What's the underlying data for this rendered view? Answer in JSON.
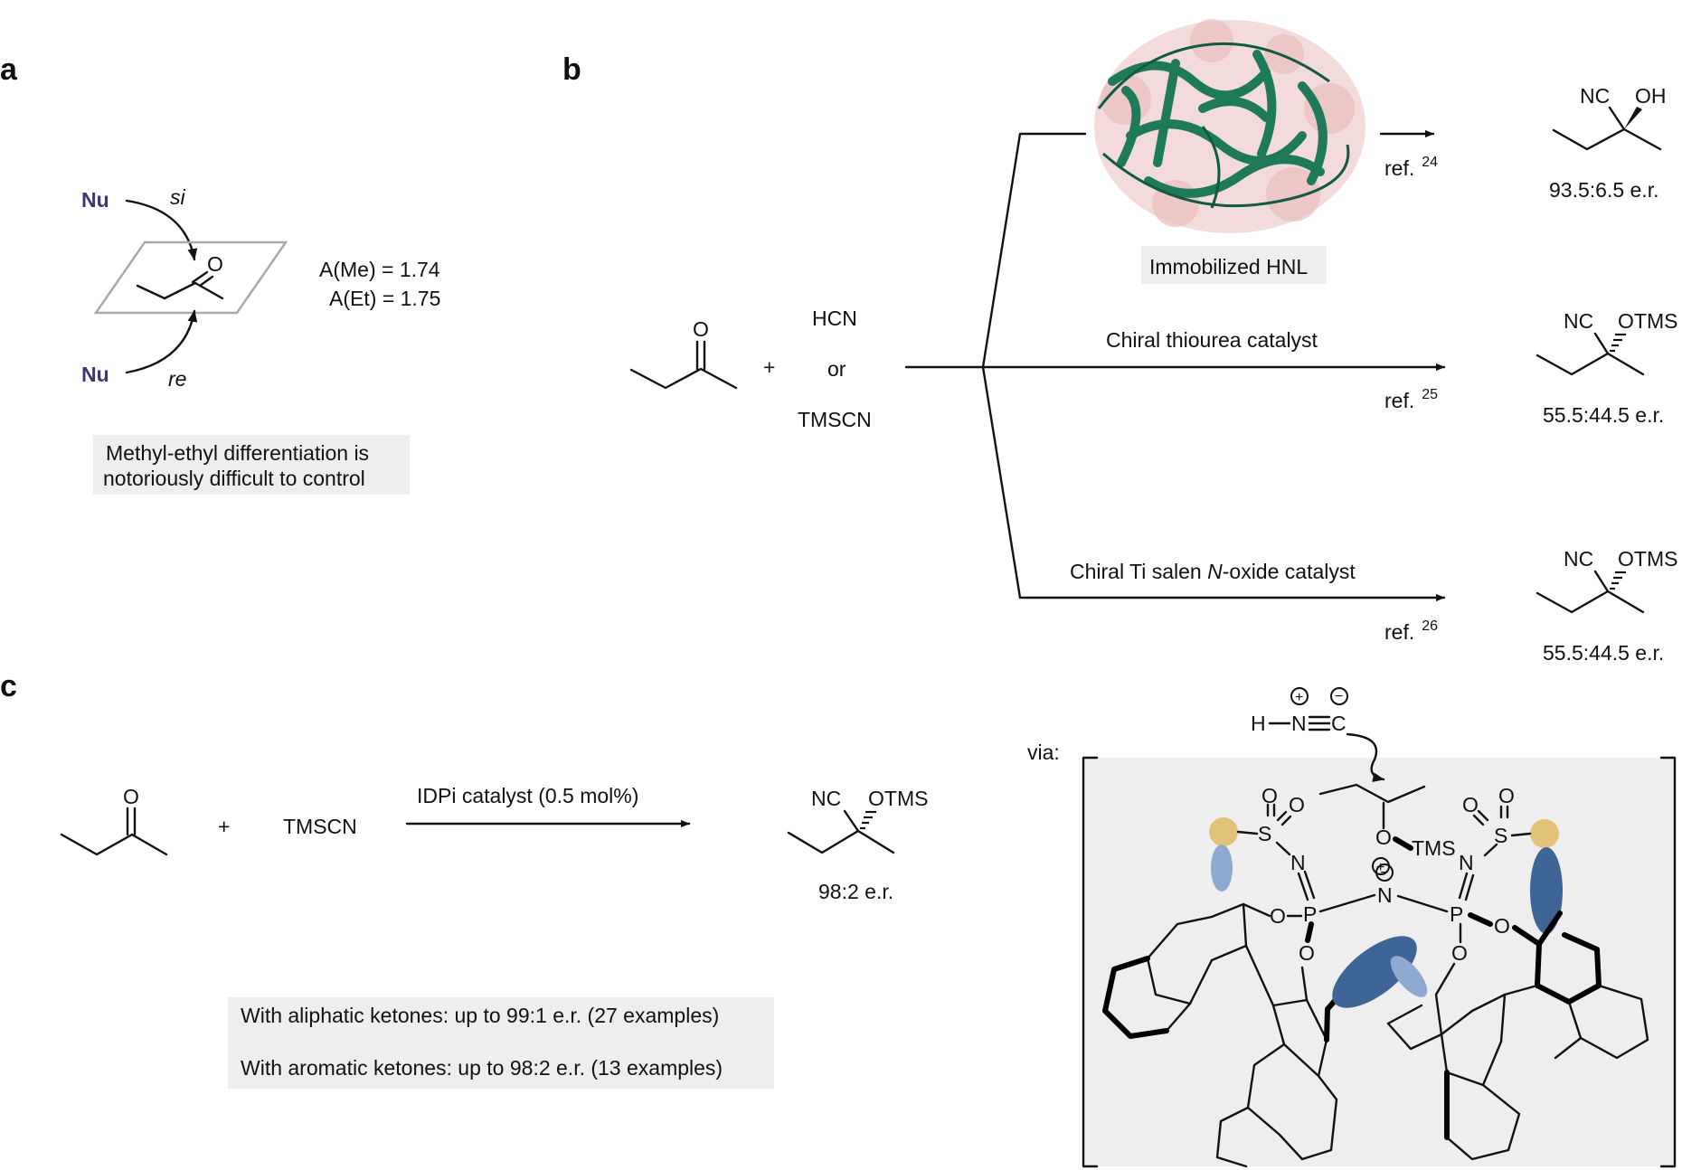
{
  "panels": {
    "a": "a",
    "b": "b",
    "c": "c"
  },
  "panel_a": {
    "nu_top": "Nu",
    "si": "si",
    "nu_bottom": "Nu",
    "re": "re",
    "oxygen": "O",
    "a_me": "A(Me) = 1.74",
    "a_et": "A(Et) = 1.75",
    "note_line1": "Methyl-ethyl differentiation is",
    "note_line2": "notoriously difficult to control"
  },
  "panel_b": {
    "oxygen": "O",
    "plus": "+",
    "reagent_1": "HCN",
    "reagent_or": "or",
    "reagent_2": "TMSCN",
    "enzyme_label": "Immobilized HNL",
    "route1_ref": "ref.",
    "route1_ref_num": "24",
    "route1_prod_nc": "NC",
    "route1_prod_oh": "OH",
    "route1_er": "93.5:6.5 e.r.",
    "route2_cat": "Chiral thiourea catalyst",
    "route2_ref": "ref.",
    "route2_ref_num": "25",
    "route2_prod_nc": "NC",
    "route2_prod_otms": "OTMS",
    "route2_er": "55.5:44.5 e.r.",
    "route3_cat_a": "Chiral Ti salen ",
    "route3_cat_n": "N",
    "route3_cat_b": "-oxide catalyst",
    "route3_ref": "ref.",
    "route3_ref_num": "26",
    "route3_prod_nc": "NC",
    "route3_prod_otms": "OTMS",
    "route3_er": "55.5:44.5 e.r."
  },
  "panel_c": {
    "oxygen": "O",
    "plus": "+",
    "reagent": "TMSCN",
    "catalyst": "IDPi catalyst (0.5 mol%)",
    "prod_nc": "NC",
    "prod_otms": "OTMS",
    "er": "98:2 e.r.",
    "scope_1": "With aliphatic ketones: up to 99:1 e.r. (27 examples)",
    "scope_2": "With aromatic ketones: up to 98:2 e.r. (13 examples)",
    "via": "via:",
    "hcn_h": "H",
    "hcn_n": "N",
    "hcn_c": "C",
    "plus_sign": "+",
    "minus_sign": "−",
    "ts_o": "O",
    "ts_tms": "TMS",
    "s_left": "S",
    "s_right": "S",
    "o_label": "O",
    "n_label": "N",
    "p_label": "P"
  },
  "colors": {
    "nu": "#3d3670",
    "protein": "#1f7a5a",
    "protein_surface": "#e8b4b4",
    "sulfur": "#e2c278",
    "ellipse_light": "#8fa9cf",
    "ellipse_dark": "#3f6596",
    "box": "#eeeeee"
  }
}
